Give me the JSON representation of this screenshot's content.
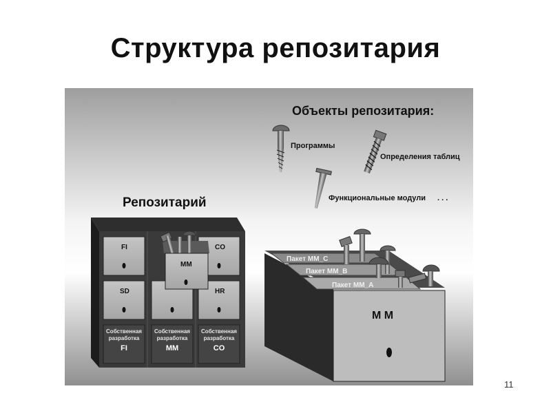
{
  "slide": {
    "title": "Структура репозитария",
    "page_number": "11"
  },
  "objects": {
    "heading": "Объекты репозитария:",
    "items": [
      "Программы",
      "Определения таблиц",
      "Функциональные модули"
    ],
    "ellipsis": ". . ."
  },
  "repository": {
    "heading": "Репозитарий",
    "drawers": [
      "FI",
      "CO",
      "SD",
      "HR"
    ],
    "open_drawer": "MM",
    "own_dev_caption": "Собственная разработка",
    "own_dev_caption_line1": "Собственная",
    "own_dev_caption_line2": "разработка",
    "own_dev_modules": [
      "FI",
      "MM",
      "CO"
    ]
  },
  "package_box": {
    "label": "M M",
    "packages": [
      "Пакет MM_C",
      "Пакет MM_B",
      "Пакет MM_A"
    ]
  }
}
